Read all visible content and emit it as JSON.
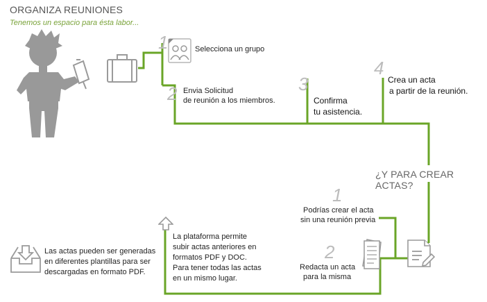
{
  "header": {
    "title": "ORGANIZA REUNIONES",
    "subtitle": "Tenemos un espacio para ésta labor..."
  },
  "steps_top": [
    {
      "number": "1",
      "text": "Selecciona un grupo"
    },
    {
      "number": "2",
      "text_line1": "Envia Solicitud",
      "text_line2": "de reunión a los miembros."
    },
    {
      "number": "3",
      "text_line1": "Confirma",
      "text_line2": "tu asistencia."
    },
    {
      "number": "4",
      "text_line1": "Crea un acta",
      "text_line2": "a partir de la reunión."
    }
  ],
  "question": "¿Y PARA CREAR ACTAS?",
  "steps_bottom": [
    {
      "number": "1",
      "text_line1": "Podrías crear el acta",
      "text_line2": "sin una reunión previa"
    },
    {
      "number": "2",
      "text_line1": "Redacta un acta",
      "text_line2": "para la misma"
    }
  ],
  "upload_text": [
    "La plataforma permite",
    "subir actas anteriores en",
    "formatos PDF y DOC.",
    "Para tener todas las actas",
    "en un mismo lugar."
  ],
  "download_text": [
    "Las actas pueden ser generadas",
    "en diferentes plantillas para ser",
    "descargadas en formato PDF."
  ],
  "colors": {
    "line": "#6aa527",
    "icon": "#9a9a9a",
    "number": "#bcbcbc"
  }
}
